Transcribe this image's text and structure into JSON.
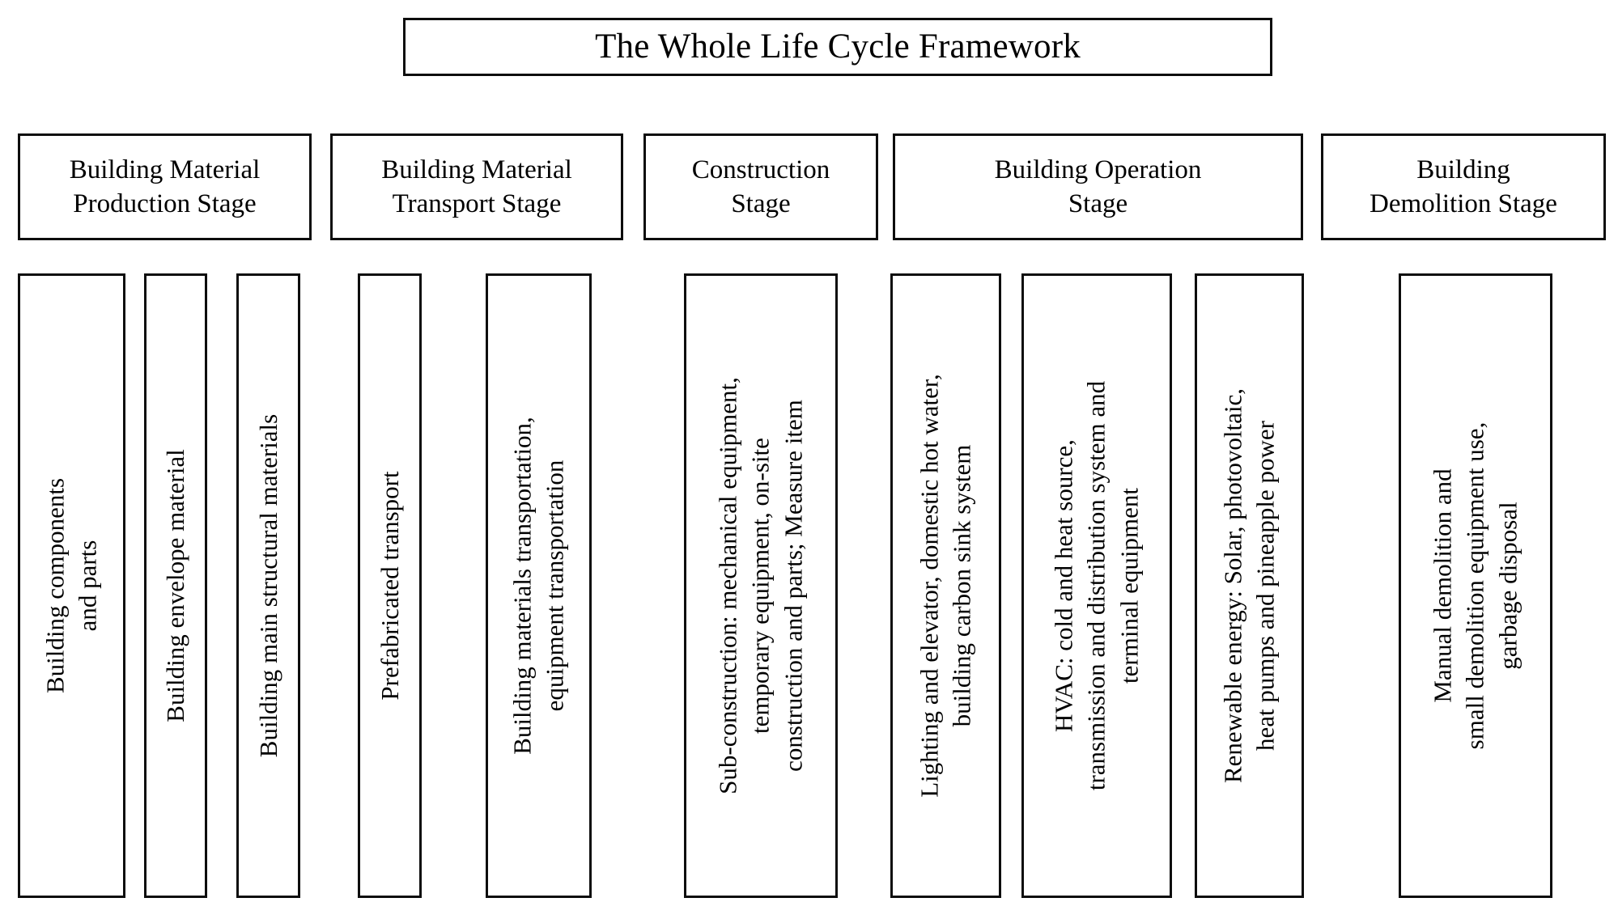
{
  "title": {
    "text": "The Whole Life Cycle Framework"
  },
  "stages": [
    {
      "id": "building-material-production-stage",
      "header": "Building Material\nProduction Stage",
      "items": [
        {
          "id": "building-components-and-parts",
          "text": "Building components\nand parts"
        },
        {
          "id": "building-envelope-material",
          "text": "Building envelope material"
        },
        {
          "id": "building-main-structural-materials",
          "text": "Building main structural materials"
        }
      ]
    },
    {
      "id": "building-material-transport-stage",
      "header": "Building Material\nTransport Stage",
      "items": [
        {
          "id": "prefabricated-transport",
          "text": "Prefabricated transport"
        },
        {
          "id": "building-materials-transportation",
          "text": "Building materials transportation,\nequipment transportation"
        }
      ]
    },
    {
      "id": "construction-stage",
      "header": "Construction\nStage",
      "items": [
        {
          "id": "sub-construction",
          "text": "Sub-construction: mechanical equipment,\ntemporary equipment, on-site\nconstruction and parts; Measure item"
        }
      ]
    },
    {
      "id": "building-operation-stage",
      "header": "Building Operation\nStage",
      "items": [
        {
          "id": "lighting-and-elevator",
          "text": "Lighting and elevator, domestic hot water,\nbuilding carbon sink system"
        },
        {
          "id": "hvac",
          "text": "HVAC: cold and heat source,\ntransmission and distribution system and\nterminal equipment"
        },
        {
          "id": "renewable-energy",
          "text": "Renewable energy: Solar, photovoltaic,\nheat pumps and pineapple power"
        }
      ]
    },
    {
      "id": "building-demolition-stage",
      "header": "Building\nDemolition Stage",
      "items": [
        {
          "id": "manual-demolition",
          "text": "Manual demolition and\nsmall demolition equipment use,\ngarbage disposal"
        }
      ]
    }
  ],
  "colors": {
    "border": "#0d0d0d",
    "background": "#ffffff",
    "text": "#000000"
  }
}
